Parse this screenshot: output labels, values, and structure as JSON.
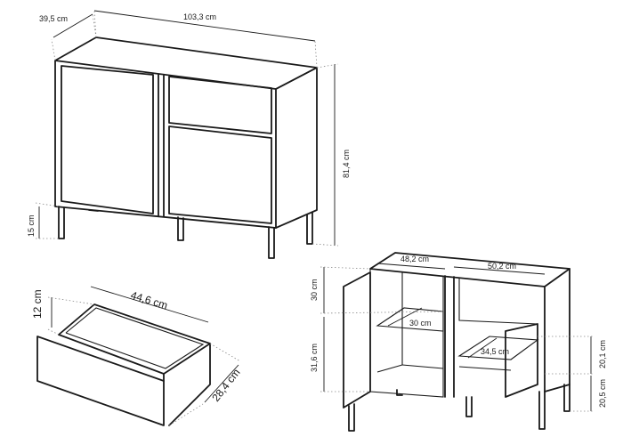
{
  "cabinet_front": {
    "depth_label": "39,5 cm",
    "width_label": "103,3 cm",
    "height_label": "81,4 cm",
    "leg_label": "15 cm"
  },
  "drawer": {
    "width_label": "44,6 cm",
    "height_label": "12 cm",
    "depth_label": "28,4 cm"
  },
  "cabinet_open": {
    "left_width_label": "48,2 cm",
    "right_width_label": "50,2 cm",
    "upper_height_label": "30 cm",
    "lower_height_label": "31,6 cm",
    "left_shelf_label": "30 cm",
    "right_shelf_label": "34,5 cm",
    "right_upper_label": "20,1 cm",
    "right_lower_label": "20,5 cm"
  }
}
